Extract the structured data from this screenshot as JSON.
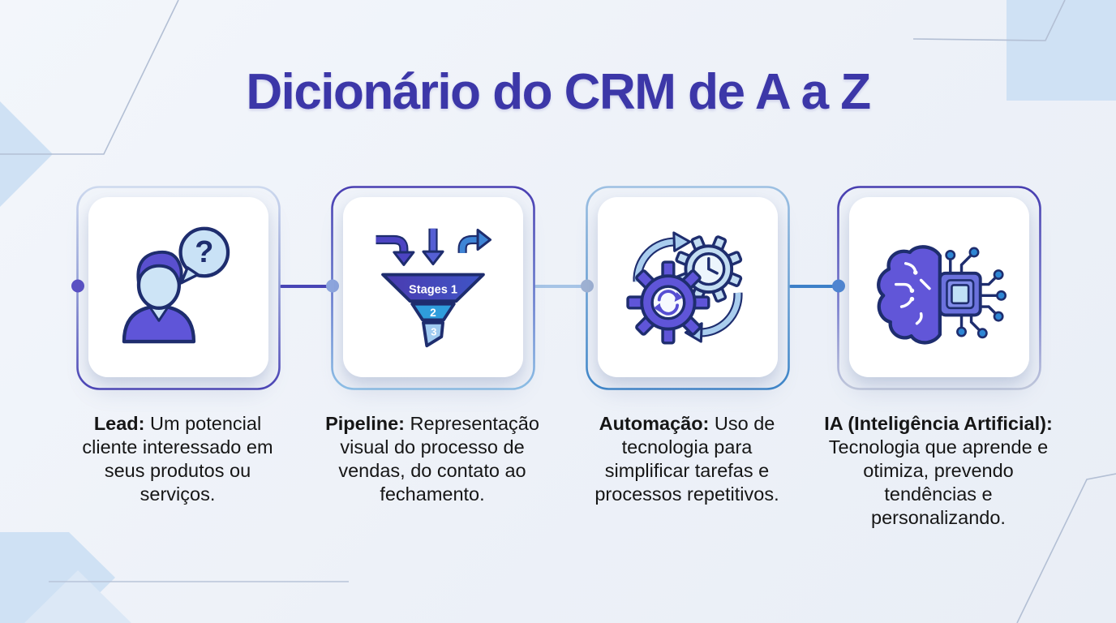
{
  "page": {
    "title": "Dicionário do CRM de A a Z"
  },
  "colors": {
    "background": "#eef1f8",
    "title_color": "#3c37a8",
    "text_color": "#161616",
    "accent_purple": "#5f55d8",
    "accent_indigo": "#4845b5",
    "accent_blue": "#2e86d4",
    "light_blue_decor": "#cfe1f4",
    "outline_navy": "#1e2d6e",
    "connector_1_color": "#4845b5",
    "connector_2_color": "#a6c4e6",
    "connector_3_color": "#3d80c8"
  },
  "cards": [
    {
      "icon": "person-question-icon",
      "term": "Lead:",
      "definition": "Um potencial cliente interessado em seus produtos ou serviços.",
      "bubble_glyph": "?"
    },
    {
      "icon": "sales-funnel-icon",
      "term": "Pipeline:",
      "definition": "Representação visual do processo de vendas, do contato ao fechamento.",
      "funnel_labels": [
        "Stages 1",
        "2",
        "3"
      ]
    },
    {
      "icon": "automation-gears-icon",
      "term": "Automação:",
      "definition": "Uso de tecnologia para simplificar tarefas e processos repetitivos."
    },
    {
      "icon": "ai-brain-chip-icon",
      "term": "IA (Inteligência Artificial):",
      "definition": "Tecnologia que aprende e otimiza, prevendo tendências e personalizando."
    }
  ]
}
